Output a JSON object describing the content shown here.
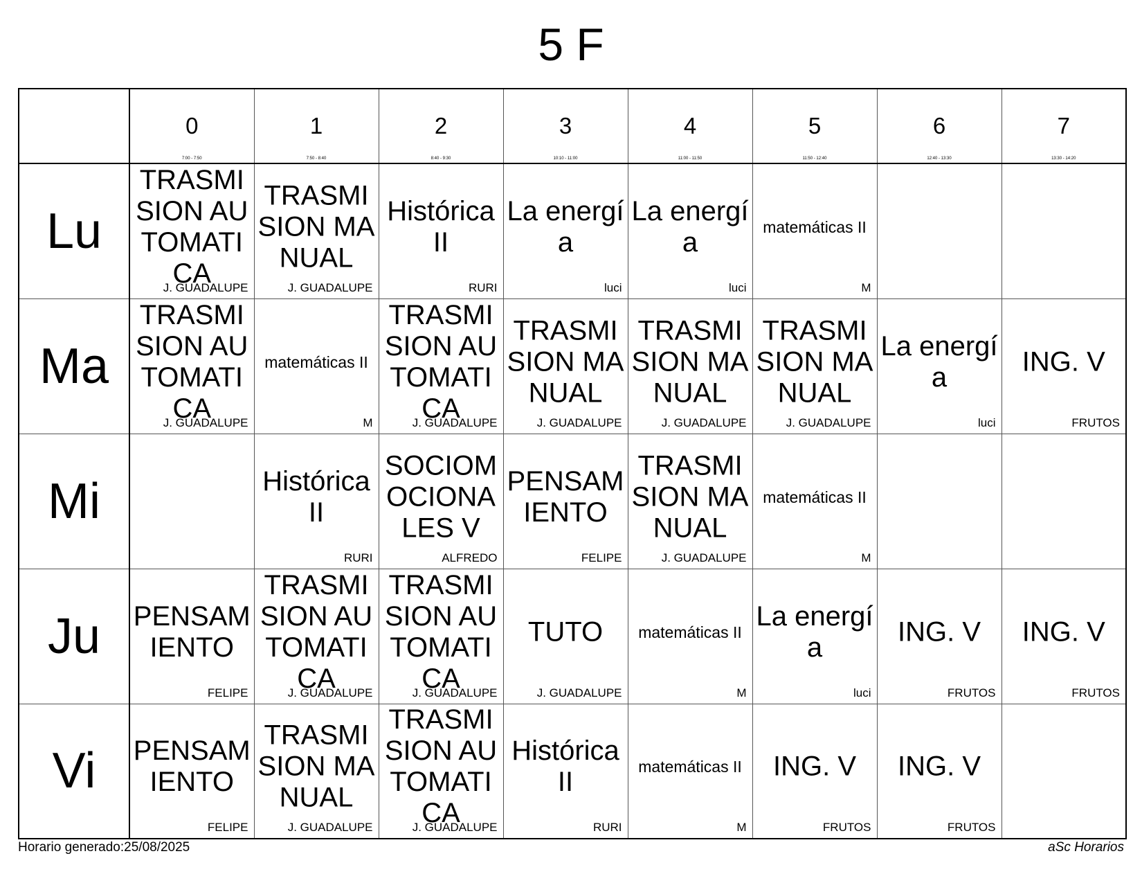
{
  "title": "5 F",
  "periods": [
    {
      "num": "0",
      "time": "7:00 - 7:50"
    },
    {
      "num": "1",
      "time": "7:50 - 8:40"
    },
    {
      "num": "2",
      "time": "8:40 - 9:30"
    },
    {
      "num": "3",
      "time": "10:10 - 11:00"
    },
    {
      "num": "4",
      "time": "11:00 - 11:50"
    },
    {
      "num": "5",
      "time": "11:50 - 12:40"
    },
    {
      "num": "6",
      "time": "12:40 - 13:30"
    },
    {
      "num": "7",
      "time": "13:30 - 14:20"
    }
  ],
  "days": [
    {
      "name": "Lu",
      "cells": [
        {
          "subject": "TRASMISION AUTOMATICA",
          "teacher": "J. GUADALUPE"
        },
        {
          "subject": "TRASMISION MANUAL",
          "teacher": "J. GUADALUPE"
        },
        {
          "subject": "Histórica II",
          "teacher": "RURI"
        },
        {
          "subject": "La energía",
          "teacher": "luci"
        },
        {
          "subject": "La energía",
          "teacher": "luci"
        },
        {
          "subject": "matemáticas II",
          "teacher": "M"
        },
        null,
        null
      ]
    },
    {
      "name": "Ma",
      "cells": [
        {
          "subject": "TRASMISION AUTOMATICA",
          "teacher": "J. GUADALUPE"
        },
        {
          "subject": "matemáticas II",
          "teacher": "M"
        },
        {
          "subject": "TRASMISION AUTOMATICA",
          "teacher": "J. GUADALUPE"
        },
        {
          "subject": "TRASMISION MANUAL",
          "teacher": "J. GUADALUPE"
        },
        {
          "subject": "TRASMISION MANUAL",
          "teacher": "J. GUADALUPE"
        },
        {
          "subject": "TRASMISION MANUAL",
          "teacher": "J. GUADALUPE"
        },
        {
          "subject": "La energía",
          "teacher": "luci"
        },
        {
          "subject": "ING. V",
          "teacher": "FRUTOS"
        }
      ]
    },
    {
      "name": "Mi",
      "cells": [
        null,
        {
          "subject": "Histórica II",
          "teacher": "RURI"
        },
        {
          "subject": "SOCIOMOCIONALES V",
          "teacher": "ALFREDO"
        },
        {
          "subject": "PENSAMIENTO",
          "teacher": "FELIPE"
        },
        {
          "subject": "TRASMISION MANUAL",
          "teacher": "J. GUADALUPE"
        },
        {
          "subject": "matemáticas II",
          "teacher": "M"
        },
        null,
        null
      ]
    },
    {
      "name": "Ju",
      "cells": [
        {
          "subject": "PENSAMIENTO",
          "teacher": "FELIPE"
        },
        {
          "subject": "TRASMISION AUTOMATICA",
          "teacher": "J. GUADALUPE"
        },
        {
          "subject": "TRASMISION AUTOMATICA",
          "teacher": "J. GUADALUPE"
        },
        {
          "subject": "TUTO",
          "teacher": "J. GUADALUPE"
        },
        {
          "subject": "matemáticas II",
          "teacher": "M"
        },
        {
          "subject": "La energía",
          "teacher": "luci"
        },
        {
          "subject": "ING. V",
          "teacher": "FRUTOS"
        },
        {
          "subject": "ING. V",
          "teacher": "FRUTOS"
        }
      ]
    },
    {
      "name": "Vi",
      "cells": [
        {
          "subject": "PENSAMIENTO",
          "teacher": "FELIPE"
        },
        {
          "subject": "TRASMISION MANUAL",
          "teacher": "J. GUADALUPE"
        },
        {
          "subject": "TRASMISION AUTOMATICA",
          "teacher": "J. GUADALUPE"
        },
        {
          "subject": "Histórica II",
          "teacher": "RURI"
        },
        {
          "subject": "matemáticas II",
          "teacher": "M"
        },
        {
          "subject": "ING. V",
          "teacher": "FRUTOS"
        },
        {
          "subject": "ING. V",
          "teacher": "FRUTOS"
        },
        null
      ]
    }
  ],
  "footer": {
    "generated": "Horario generado:25/08/2025",
    "brand": "aSc Horarios"
  }
}
